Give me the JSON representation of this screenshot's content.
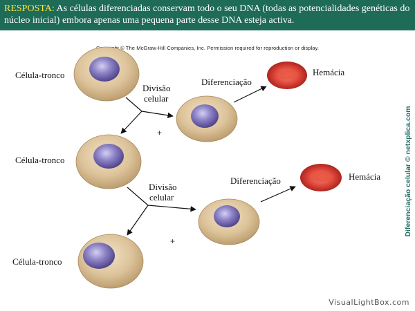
{
  "banner": {
    "lead": "RESPOSTA:",
    "text": " As células diferenciadas conservam todo o seu DNA (todas as potencialidades genéticas do núcleo inicial) embora apenas uma pequena parte desse DNA esteja activa."
  },
  "copyright": "Copyright © The McGraw-Hill Companies, Inc. Permission required for reproduction or display.",
  "labels": {
    "stem_cell_1": "Célula-tronco",
    "stem_cell_2": "Célula-tronco",
    "stem_cell_3": "Célula-tronco",
    "division_1": [
      "Divisão",
      "celular"
    ],
    "division_2": [
      "Divisão",
      "celular"
    ],
    "differentiation_1": "Diferenciação",
    "differentiation_2": "Diferenciação",
    "red_cell_1": "Hemácia",
    "red_cell_2": "Hemácia",
    "plus_1": "+",
    "plus_2": "+"
  },
  "side_credit": "Diferenciação celular © netxplica.com",
  "watermark": "VisualLightBox.com",
  "colors": {
    "banner_bg": "#1e6b58",
    "banner_lead": "#ffe53b",
    "cell_body": "#d7bd92",
    "nucleus": "#8a7fc0",
    "red_cell": "#d8322a"
  }
}
